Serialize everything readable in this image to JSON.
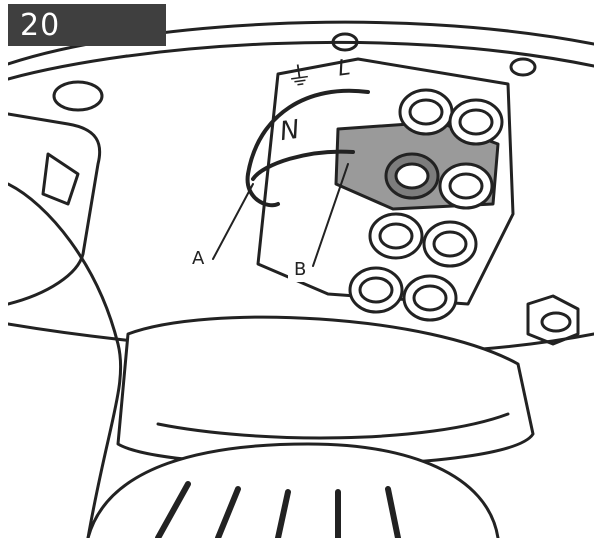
{
  "figure": {
    "step_number": "20",
    "callouts": [
      {
        "label": "A"
      },
      {
        "label": "B"
      }
    ],
    "terminal_labels": {
      "earth": "⏚",
      "neutral": "N",
      "live": "L"
    },
    "colors": {
      "line": "#222222",
      "highlight_fill": "#9a9a9a",
      "badge_bg": "#3f3f3f"
    }
  }
}
